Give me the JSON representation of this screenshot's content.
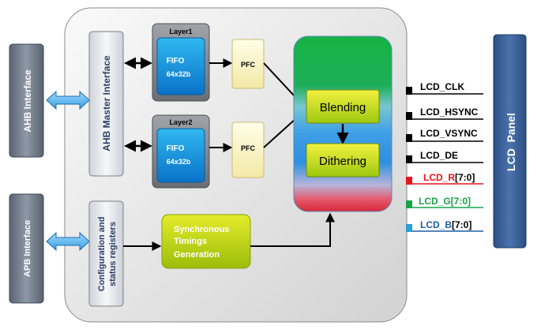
{
  "blocks": {
    "ahb_interface": "AHB Interface",
    "apb_interface": "APB Interface",
    "ahb_master": "AHB Master Interface",
    "config_line1": "Configuration and",
    "config_line2": "status registers",
    "layer1": {
      "title": "Layer1",
      "fifo": "FIFO",
      "size": "64x32b",
      "pfc": "PFC"
    },
    "layer2": {
      "title": "Layer2",
      "fifo": "FIFO",
      "size": "64x32b",
      "pfc": "PFC"
    },
    "blending": "Blending",
    "dithering": "Dithering",
    "sync_line1": "Synchronous",
    "sync_line2": "Timings",
    "sync_line3": "Generation",
    "lcd_panel": "LCD  Panel"
  },
  "signals": [
    {
      "name": "LCD_CLK",
      "color": "#000000"
    },
    {
      "name": "LCD_HSYNC",
      "color": "#000000"
    },
    {
      "name": "LCD_VSYNC",
      "color": "#000000"
    },
    {
      "name": "LCD_DE",
      "color": "#000000"
    },
    {
      "name": "LCD_R",
      "bits": "[7:0]",
      "color": "#e8151b"
    },
    {
      "name": "LCD_G",
      "bits": "[7:0]",
      "color": "#16a34a"
    },
    {
      "name": "LCD_B",
      "bits": "[7:0]",
      "color": "#1f5fa8"
    }
  ]
}
